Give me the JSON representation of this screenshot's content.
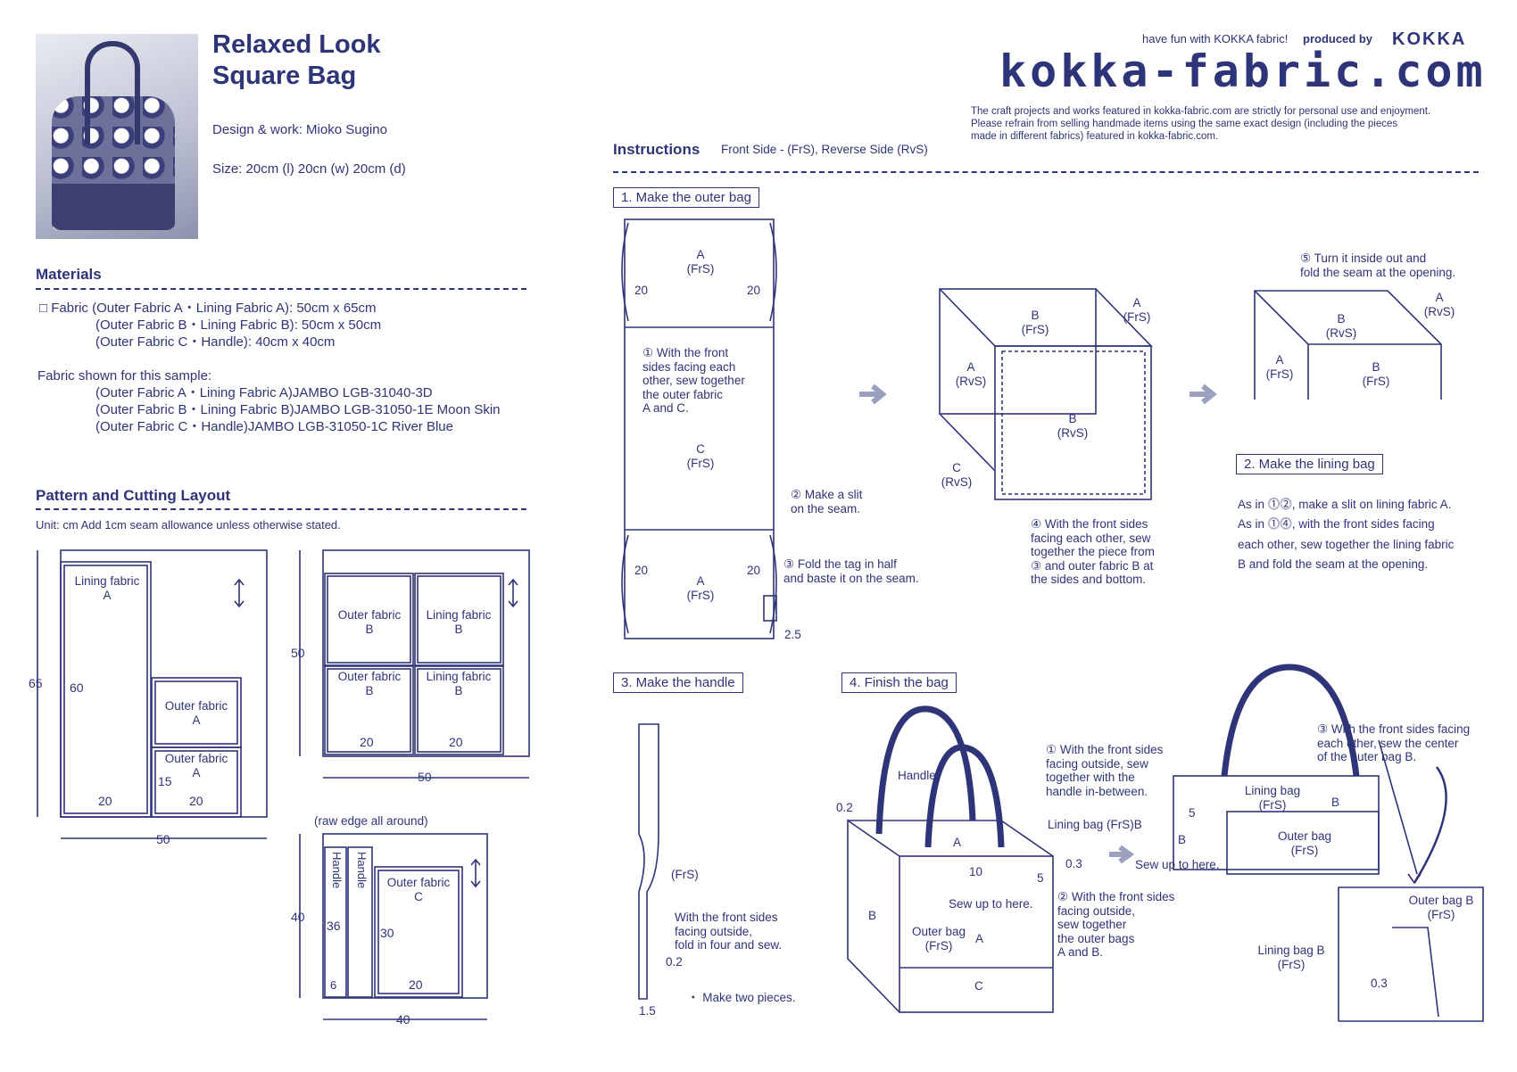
{
  "header": {
    "title_line1": "Relaxed Look",
    "title_line2": "Square Bag",
    "design": "Design & work: Mioko Sugino",
    "size": "Size: 20cm (l)  20cn (w)  20cm (d)",
    "tagline": "have fun with KOKKA fabric!",
    "produced_by": "produced by",
    "brand": "KOKKA",
    "site": "kokka-fabric.com",
    "notice": [
      "The craft projects and works featured in kokka-fabric.com are strictly for personal use and enjoyment.",
      "Please refrain from selling handmade items using the same exact design (including the pieces",
      "made in different fabrics) featured in kokka-fabric.com."
    ]
  },
  "materials": {
    "heading": "Materials",
    "lines": [
      "□ Fabric (Outer Fabric A・Lining Fabric A): 50cm x 65cm",
      "(Outer Fabric B・Lining Fabric B): 50cm x 50cm",
      "(Outer Fabric C・Handle): 40cm x 40cm"
    ],
    "sample_heading": "Fabric shown for this sample:",
    "sample_lines": [
      "(Outer Fabric A・Lining Fabric A)JAMBO LGB-31040-3D",
      "(Outer Fabric B・Lining Fabric B)JAMBO LGB-31050-1E Moon Skin",
      "(Outer Fabric C・Handle)JAMBO LGB-31050-1C River Blue"
    ]
  },
  "pattern": {
    "heading": "Pattern and Cutting Layout",
    "unit": "Unit: cm   Add 1cm seam allowance unless otherwise stated.",
    "layout1": {
      "h": "65",
      "w": "50",
      "lining_a": [
        "Lining fabric",
        "A"
      ],
      "n60": "60",
      "n20a": "20",
      "outer_a1": [
        "Outer fabric",
        "A"
      ],
      "outer_a2": [
        "Outer fabric",
        "A"
      ],
      "n15": "15",
      "n20b": "20"
    },
    "layout2": {
      "h": "50",
      "w": "50",
      "p1": [
        "Outer fabric",
        "B"
      ],
      "p2": [
        "Lining fabric",
        "B"
      ],
      "p3": [
        "Outer fabric",
        "B"
      ],
      "p4": [
        "Lining fabric",
        "B"
      ],
      "n20": "20"
    },
    "layout3": {
      "raw": "(raw edge all around)",
      "h": "40",
      "w": "40",
      "handle": "Handle",
      "n36": "36",
      "n6": "6",
      "outer_c": [
        "Outer fabric",
        "C"
      ],
      "n30": "30",
      "n20": "20"
    }
  },
  "instructions": {
    "heading": "Instructions",
    "sides": "Front Side - (FrS), Reverse Side (RvS)",
    "step1": {
      "label": "1. Make the outer bag",
      "a_frs": [
        "A",
        "(FrS)"
      ],
      "c_frs": [
        "C",
        "(FrS)"
      ],
      "n20": "20",
      "n25": "2.5",
      "note1": [
        "① With the front",
        "sides facing each",
        "other, sew together",
        "the outer fabric",
        "A and C."
      ],
      "note2": [
        "② Make a slit",
        "on the seam."
      ],
      "note3": [
        "③ Fold the tag in half",
        "and baste it on the seam."
      ],
      "b_frs": [
        "B",
        "(FrS)"
      ],
      "a_rvs": [
        "A",
        "(RvS)"
      ],
      "b_rvs": [
        "B",
        "(RvS)"
      ],
      "c_rvs": [
        "C",
        "(RvS)"
      ],
      "a_frs2": [
        "A",
        "(FrS)"
      ],
      "note4": [
        "④ With the front sides",
        "facing each other, sew",
        "together the piece from",
        "③ and outer fabric B at",
        "the sides and bottom."
      ],
      "note5": [
        "⑤ Turn it inside out and",
        "fold the seam at the opening."
      ],
      "b_rvs2": [
        "B",
        "(RvS)"
      ],
      "a_rvs2": [
        "A",
        "(RvS)"
      ],
      "a_frs3": [
        "A",
        "(FrS)"
      ],
      "b_frs2": [
        "B",
        "(FrS)"
      ]
    },
    "step2": {
      "label": "2. Make the lining bag",
      "lines": [
        "As in ⓵⓶, make a slit on lining fabric A.",
        "As in ⓵⓸, with the front sides facing",
        "each other, sew together the lining fabric",
        "B and fold the seam at the opening."
      ]
    },
    "step3": {
      "label": "3. Make the handle",
      "frs": "(FrS)",
      "note": [
        "With the front sides",
        "facing outside,",
        "fold in four and sew."
      ],
      "n02": "0.2",
      "n15": "1.5",
      "pieces": "・ Make two pieces."
    },
    "step4": {
      "label": "4. Finish the bag",
      "handle": "Handle",
      "n02": "0.2",
      "a": "A",
      "n10": "10",
      "b": "B",
      "outer_bag": [
        "Outer bag",
        "(FrS)"
      ],
      "a2": "A",
      "c": "C",
      "sew_here": "Sew up to here.",
      "n03": "0.3",
      "n5": "5",
      "lining_frs_b": "Lining bag (FrS)B",
      "note1": [
        "① With the front sides",
        "facing outside, sew",
        "together with the",
        "handle in-between."
      ],
      "note2": [
        "② With the front sides",
        "facing outside,",
        "sew together",
        "the outer bags",
        "A and B."
      ],
      "note3": [
        "③ With the front sides facing",
        "each other, sew the center",
        "of the outer bag B."
      ],
      "lining_bag": [
        "Lining bag",
        "(FrS)"
      ],
      "b2": "B",
      "b3": "B",
      "n5b": "5",
      "outer_bag2": [
        "Outer bag",
        "(FrS)"
      ],
      "sew_here2": "Sew up to here.",
      "outer_bag_b": [
        "Outer bag B",
        "(FrS)"
      ],
      "lining_bag_b": [
        "Lining bag B",
        "(FrS)"
      ],
      "n03b": "0.3"
    }
  }
}
